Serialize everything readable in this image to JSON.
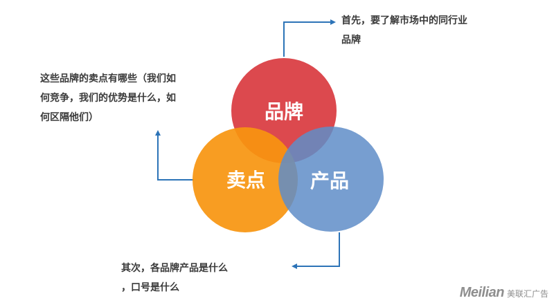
{
  "circles": {
    "brand": {
      "label": "品牌",
      "color": "#d9393f"
    },
    "selling_point": {
      "label": "卖点",
      "color": "#f7950f"
    },
    "product": {
      "label": "产品",
      "color": "#5f8dc8"
    }
  },
  "notes": {
    "top": "首先，要了解市场中的同行业\n品牌",
    "left": "这些品牌的卖点有哪些（我们如\n何竞争，我们的优势是什么，如\n何区隔他们）",
    "bottom": "其次，各品牌产品是什么\n，口号是什么"
  },
  "colors": {
    "arrow": "#2c73b7"
  },
  "logo": {
    "brand": "Meilian",
    "chinese": "美联汇广告"
  }
}
